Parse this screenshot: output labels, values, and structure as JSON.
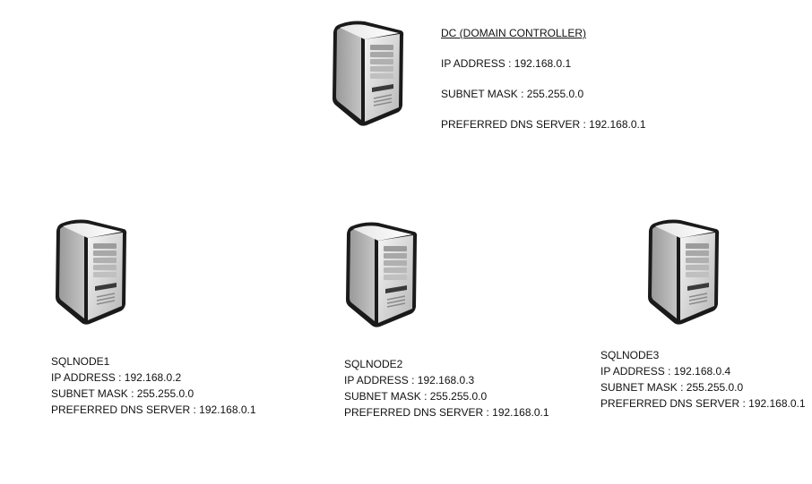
{
  "dc": {
    "title": "DC  (DOMAIN CONTROLLER)",
    "ip": "IP ADDRESS : 192.168.0.1",
    "mask": "SUBNET MASK : 255.255.0.0",
    "dns": "PREFERRED DNS SERVER : 192.168.0.1"
  },
  "nodes": [
    {
      "name": "SQLNODE1",
      "ip": "IP ADDRESS : 192.168.0.2",
      "mask": "SUBNET MASK : 255.255.0.0",
      "dns": "PREFERRED DNS SERVER : 192.168.0.1"
    },
    {
      "name": "SQLNODE2",
      "ip": "IP ADDRESS : 192.168.0.3",
      "mask": "SUBNET MASK : 255.255.0.0",
      "dns": "PREFERRED DNS SERVER : 192.168.0.1"
    },
    {
      "name": "SQLNODE3",
      "ip": "IP ADDRESS : 192.168.0.4",
      "mask": "SUBNET MASK : 255.255.0.0",
      "dns": "PREFERRED DNS SERVER : 192.168.0.1"
    }
  ],
  "icons": {
    "server": "server-tower-icon"
  }
}
